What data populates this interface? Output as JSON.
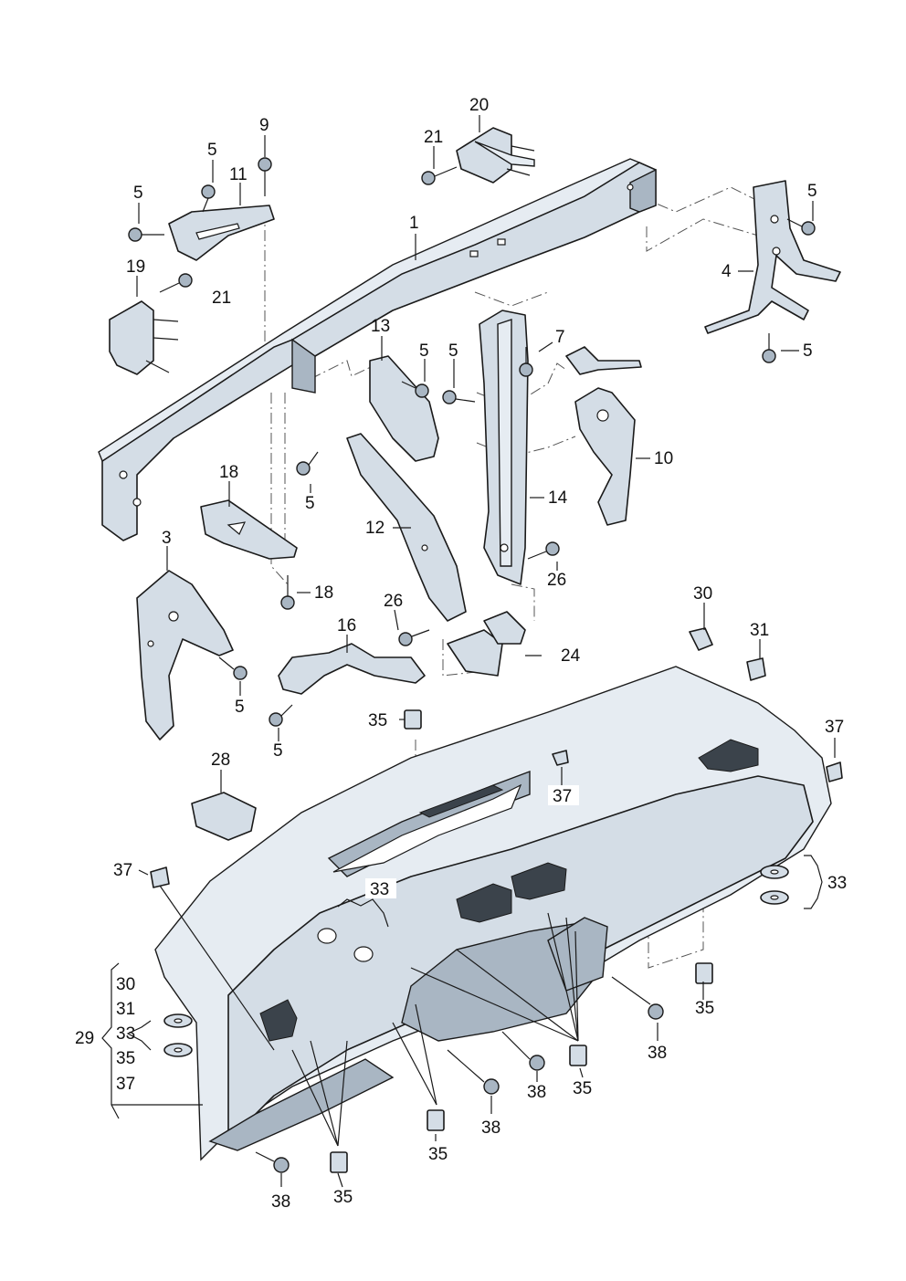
{
  "callouts": {
    "p1": "1",
    "p3": "3",
    "p4": "4",
    "p5a": "5",
    "p5b": "5",
    "p5c": "5",
    "p5d": "5",
    "p5e": "5",
    "p5f": "5",
    "p5g": "5",
    "p5h": "5",
    "p5i": "5",
    "p7": "7",
    "p9": "9",
    "p10": "10",
    "p11": "11",
    "p12": "12",
    "p13": "13",
    "p14": "14",
    "p16": "16",
    "p18a": "18",
    "p18b": "18",
    "p19": "19",
    "p20": "20",
    "p21a": "21",
    "p21b": "21",
    "p24": "24",
    "p26a": "26",
    "p26b": "26",
    "p28": "28",
    "p30": "30",
    "p31": "31",
    "p33a": "33",
    "p33b": "33",
    "p35a": "35",
    "p35b": "35",
    "p35c": "35",
    "p35d": "35",
    "p35e": "35",
    "p37a": "37",
    "p37b": "37",
    "p37c": "37",
    "p38a": "38",
    "p38b": "38",
    "p38c": "38",
    "p38d": "38"
  },
  "group29": {
    "label": "29",
    "items": [
      "30",
      "31",
      "33",
      "35",
      "37"
    ]
  }
}
